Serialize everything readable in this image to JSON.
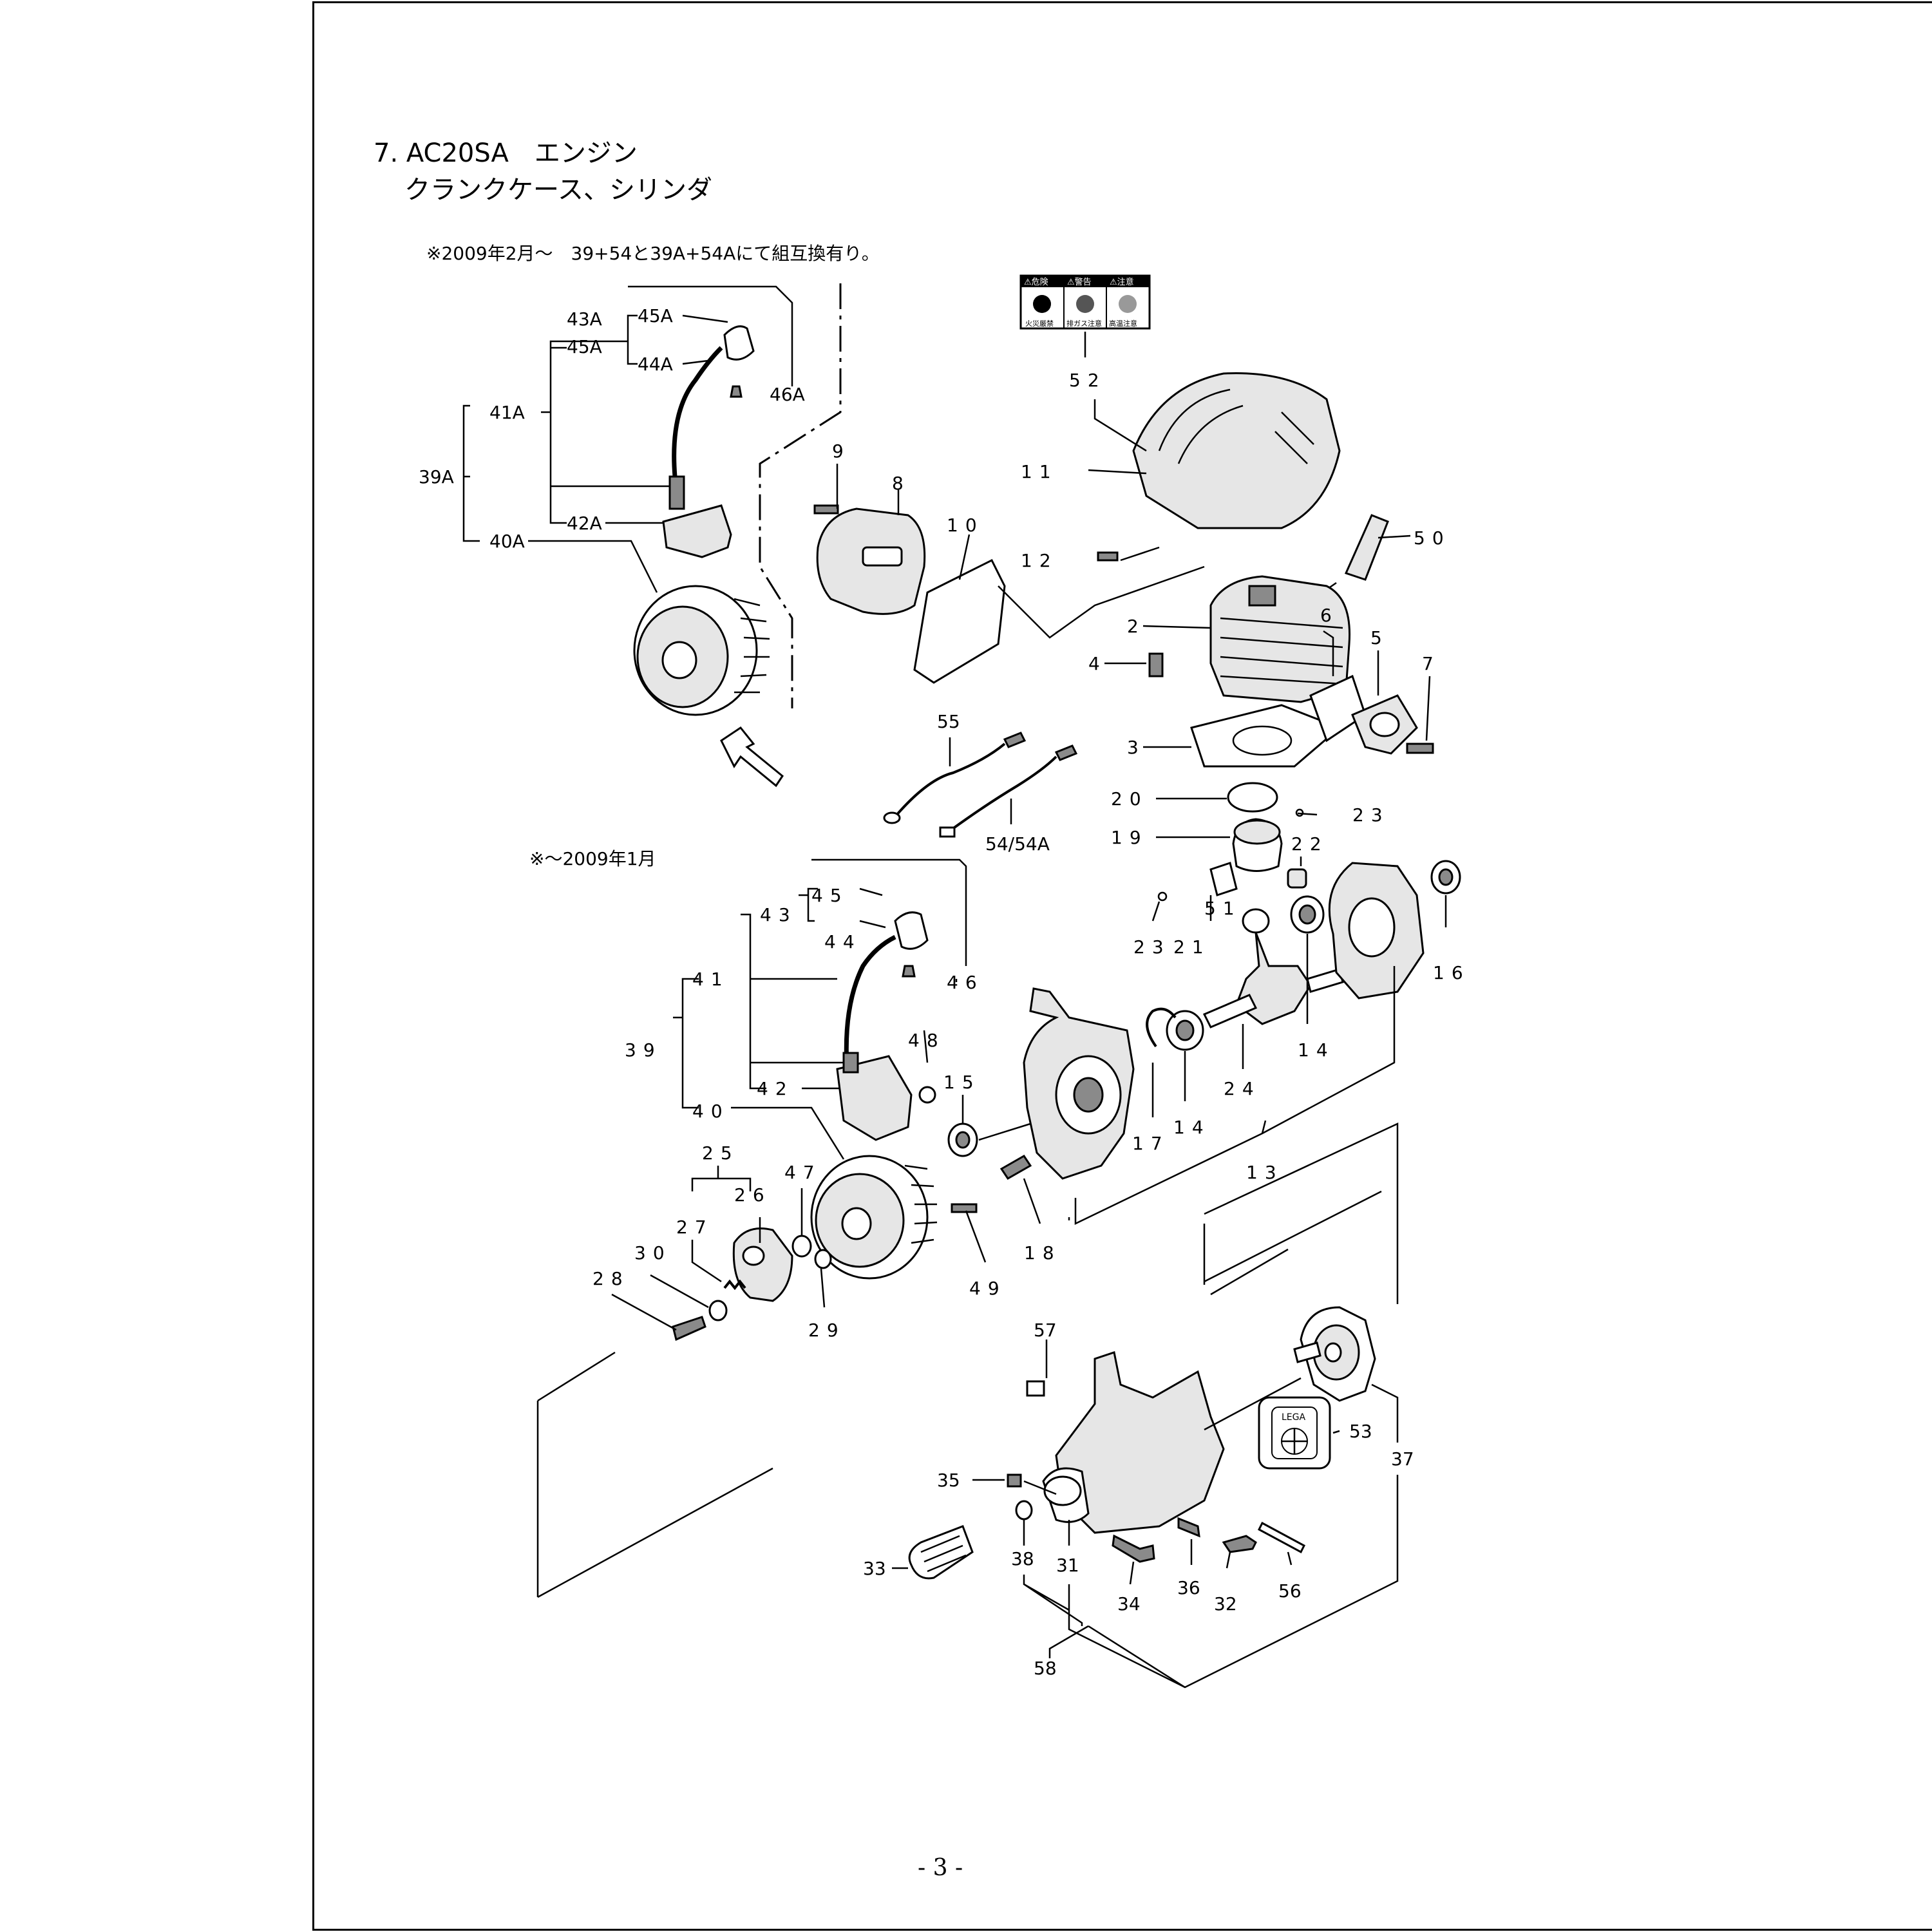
{
  "header": {
    "title_line1": "7. AC20SA　エンジン",
    "title_line2": "クランクケース、シリンダ"
  },
  "notes": {
    "from_2009_02": "※2009年2月～　39+54と39A+54Aにて組互換有り。",
    "until_2009_01": "※～2009年1月"
  },
  "page_number": "- 3 -",
  "warning_label": {
    "headings": [
      "⚠危険",
      "⚠警告",
      "⚠注意"
    ],
    "captions": [
      "火災厳禁",
      "排ガス注意",
      "高温注意"
    ]
  },
  "callouts": {
    "p39A": "39A",
    "p40A": "40A",
    "p41A": "41A",
    "p42A": "42A",
    "p43A": "43A",
    "p44A": "44A",
    "p45A": "45A",
    "p46A": "46A",
    "p52": "52",
    "p11": "11",
    "p12": "12",
    "p9": "9",
    "p8": "8",
    "p10": "10",
    "p50": "50",
    "p2": "2",
    "p6": "6",
    "p5": "5",
    "p7": "7",
    "p4": "4",
    "p3": "3",
    "p55": "55",
    "p54": "54/54A",
    "p20": "20",
    "p23a": "23",
    "p19": "19",
    "p22": "22",
    "p16": "16",
    "p51": "51",
    "p21": "21",
    "p23b": "23",
    "p14a": "14",
    "p24": "24",
    "p14b": "14",
    "p13": "13",
    "p17": "17",
    "p45": "45",
    "p43": "43",
    "p44": "44",
    "p46": "46",
    "p41": "41",
    "p39": "39",
    "p48": "48",
    "p15": "15",
    "p42": "42",
    "p40": "40",
    "p25": "25",
    "p47": "47",
    "p26": "26",
    "p27": "27",
    "p30": "30",
    "p28": "28",
    "p29": "29",
    "p49": "49",
    "p18": "18",
    "p57": "57",
    "p53": "53",
    "p37": "37",
    "p35": "35",
    "p33": "33",
    "p38": "38",
    "p31": "31",
    "p34": "34",
    "p36": "36",
    "p32": "32",
    "p56": "56",
    "p58": "58"
  },
  "brand_badge": "LEGA"
}
